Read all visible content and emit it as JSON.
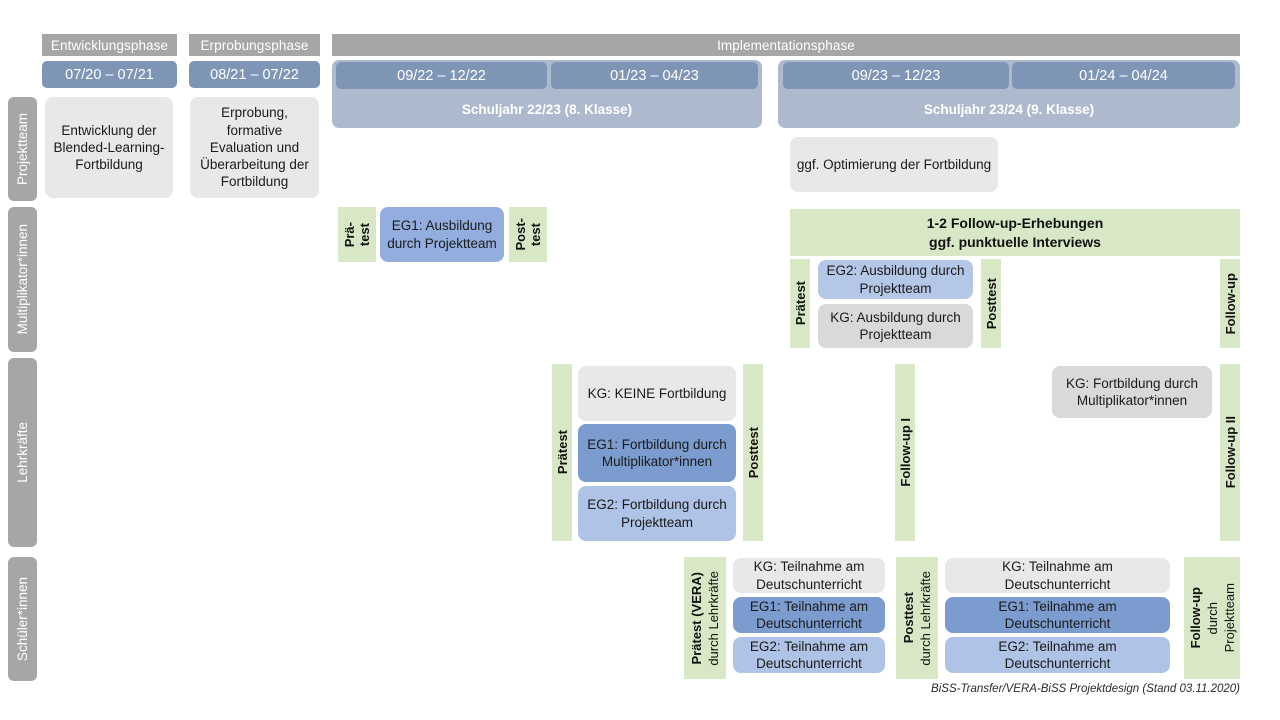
{
  "title": "BiSS-Transfer/VERA-BiSS Projektdesign",
  "phases": {
    "entwicklung": "Entwicklungsphase",
    "erprobung": "Erprobungsphase",
    "implementation": "Implementationsphase"
  },
  "periods": {
    "p1": "07/20 – 07/21",
    "p2": "08/21 – 07/22",
    "p3": "09/22 – 12/22",
    "p4": "01/23 – 04/23",
    "p5": "09/23 – 12/23",
    "p6": "01/24 – 04/24"
  },
  "school_years": {
    "y1": "Schuljahr 22/23 (8. Klasse)",
    "y2": "Schuljahr 23/24 (9. Klasse)"
  },
  "roles": {
    "projektteam": "Projektteam",
    "multiplikatoren": "Multiplikator*innen",
    "lehrkraefte": "Lehrkräfte",
    "schueler": "Schüler*innen"
  },
  "projektteam_row": {
    "entwicklung_card": "Entwicklung der Blended-Learning-Fortbildung",
    "erprobung_card": "Erprobung, formative Evaluation und Überarbeitung der Fortbildung",
    "optimierung_card": "ggf. Optimierung der Fortbildung"
  },
  "multiplikatoren_row": {
    "praetest_l1": "Prä-",
    "praetest_l2": "test",
    "posttest_l1": "Post-",
    "posttest_l2": "test",
    "eg1_card": "EG1: Ausbildung durch Projektteam",
    "followup_banner_l1": "1-2 Follow-up-Erhebungen",
    "followup_banner_l2": "ggf. punktuelle Interviews",
    "praetest2": "Prätest",
    "posttest2": "Posttest",
    "eg2_card": "EG2: Ausbildung durch Projektteam",
    "kg_card": "KG: Ausbildung durch Projektteam",
    "followup": "Follow-up"
  },
  "lehrkraefte_row": {
    "praetest": "Prätest",
    "posttest": "Posttest",
    "kg_card": "KG:  KEINE Fortbildung",
    "eg1_card": "EG1: Fortbildung durch Multiplikator*innen",
    "eg2_card": "EG2: Fortbildung durch Projektteam",
    "followup_1": "Follow-up I",
    "kg_card2": "KG: Fortbildung durch Multiplikator*innen",
    "followup_2": "Follow-up II"
  },
  "schueler_row": {
    "praetest_main": "Prätest (VERA)",
    "praetest_sub": "durch Lehrkräfte",
    "posttest_main": "Posttest",
    "posttest_sub": "durch Lehrkräfte",
    "followup_main": "Follow-up",
    "followup_sub1": "durch",
    "followup_sub2": "Projektteam",
    "kg_card_1": "KG: Teilnahme am Deutschunterricht",
    "eg1_card_1": "EG1: Teilnahme am Deutschunterricht",
    "eg2_card_1": "EG2: Teilnahme am Deutschunterricht",
    "kg_card_2": "KG: Teilnahme am Deutschunterricht",
    "eg1_card_2": "EG1: Teilnahme am Deutschunterricht",
    "eg2_card_2": "EG2: Teilnahme am Deutschunterricht"
  },
  "footer": "BiSS-Transfer/VERA-BiSS Projektdesign (Stand 03.11.2020)",
  "colors": {
    "grey_header": "#a6a6a6",
    "date_bar": "#7f95b6",
    "year_band": "#adb9cd",
    "green": "#d8e7c5",
    "card_grey": "#e8e8e8",
    "card_grey_dark": "#d9d9d9",
    "card_blue_dark": "#7c9cd0",
    "card_blue_mid": "#93aede",
    "card_blue_light": "#aec3e6"
  }
}
